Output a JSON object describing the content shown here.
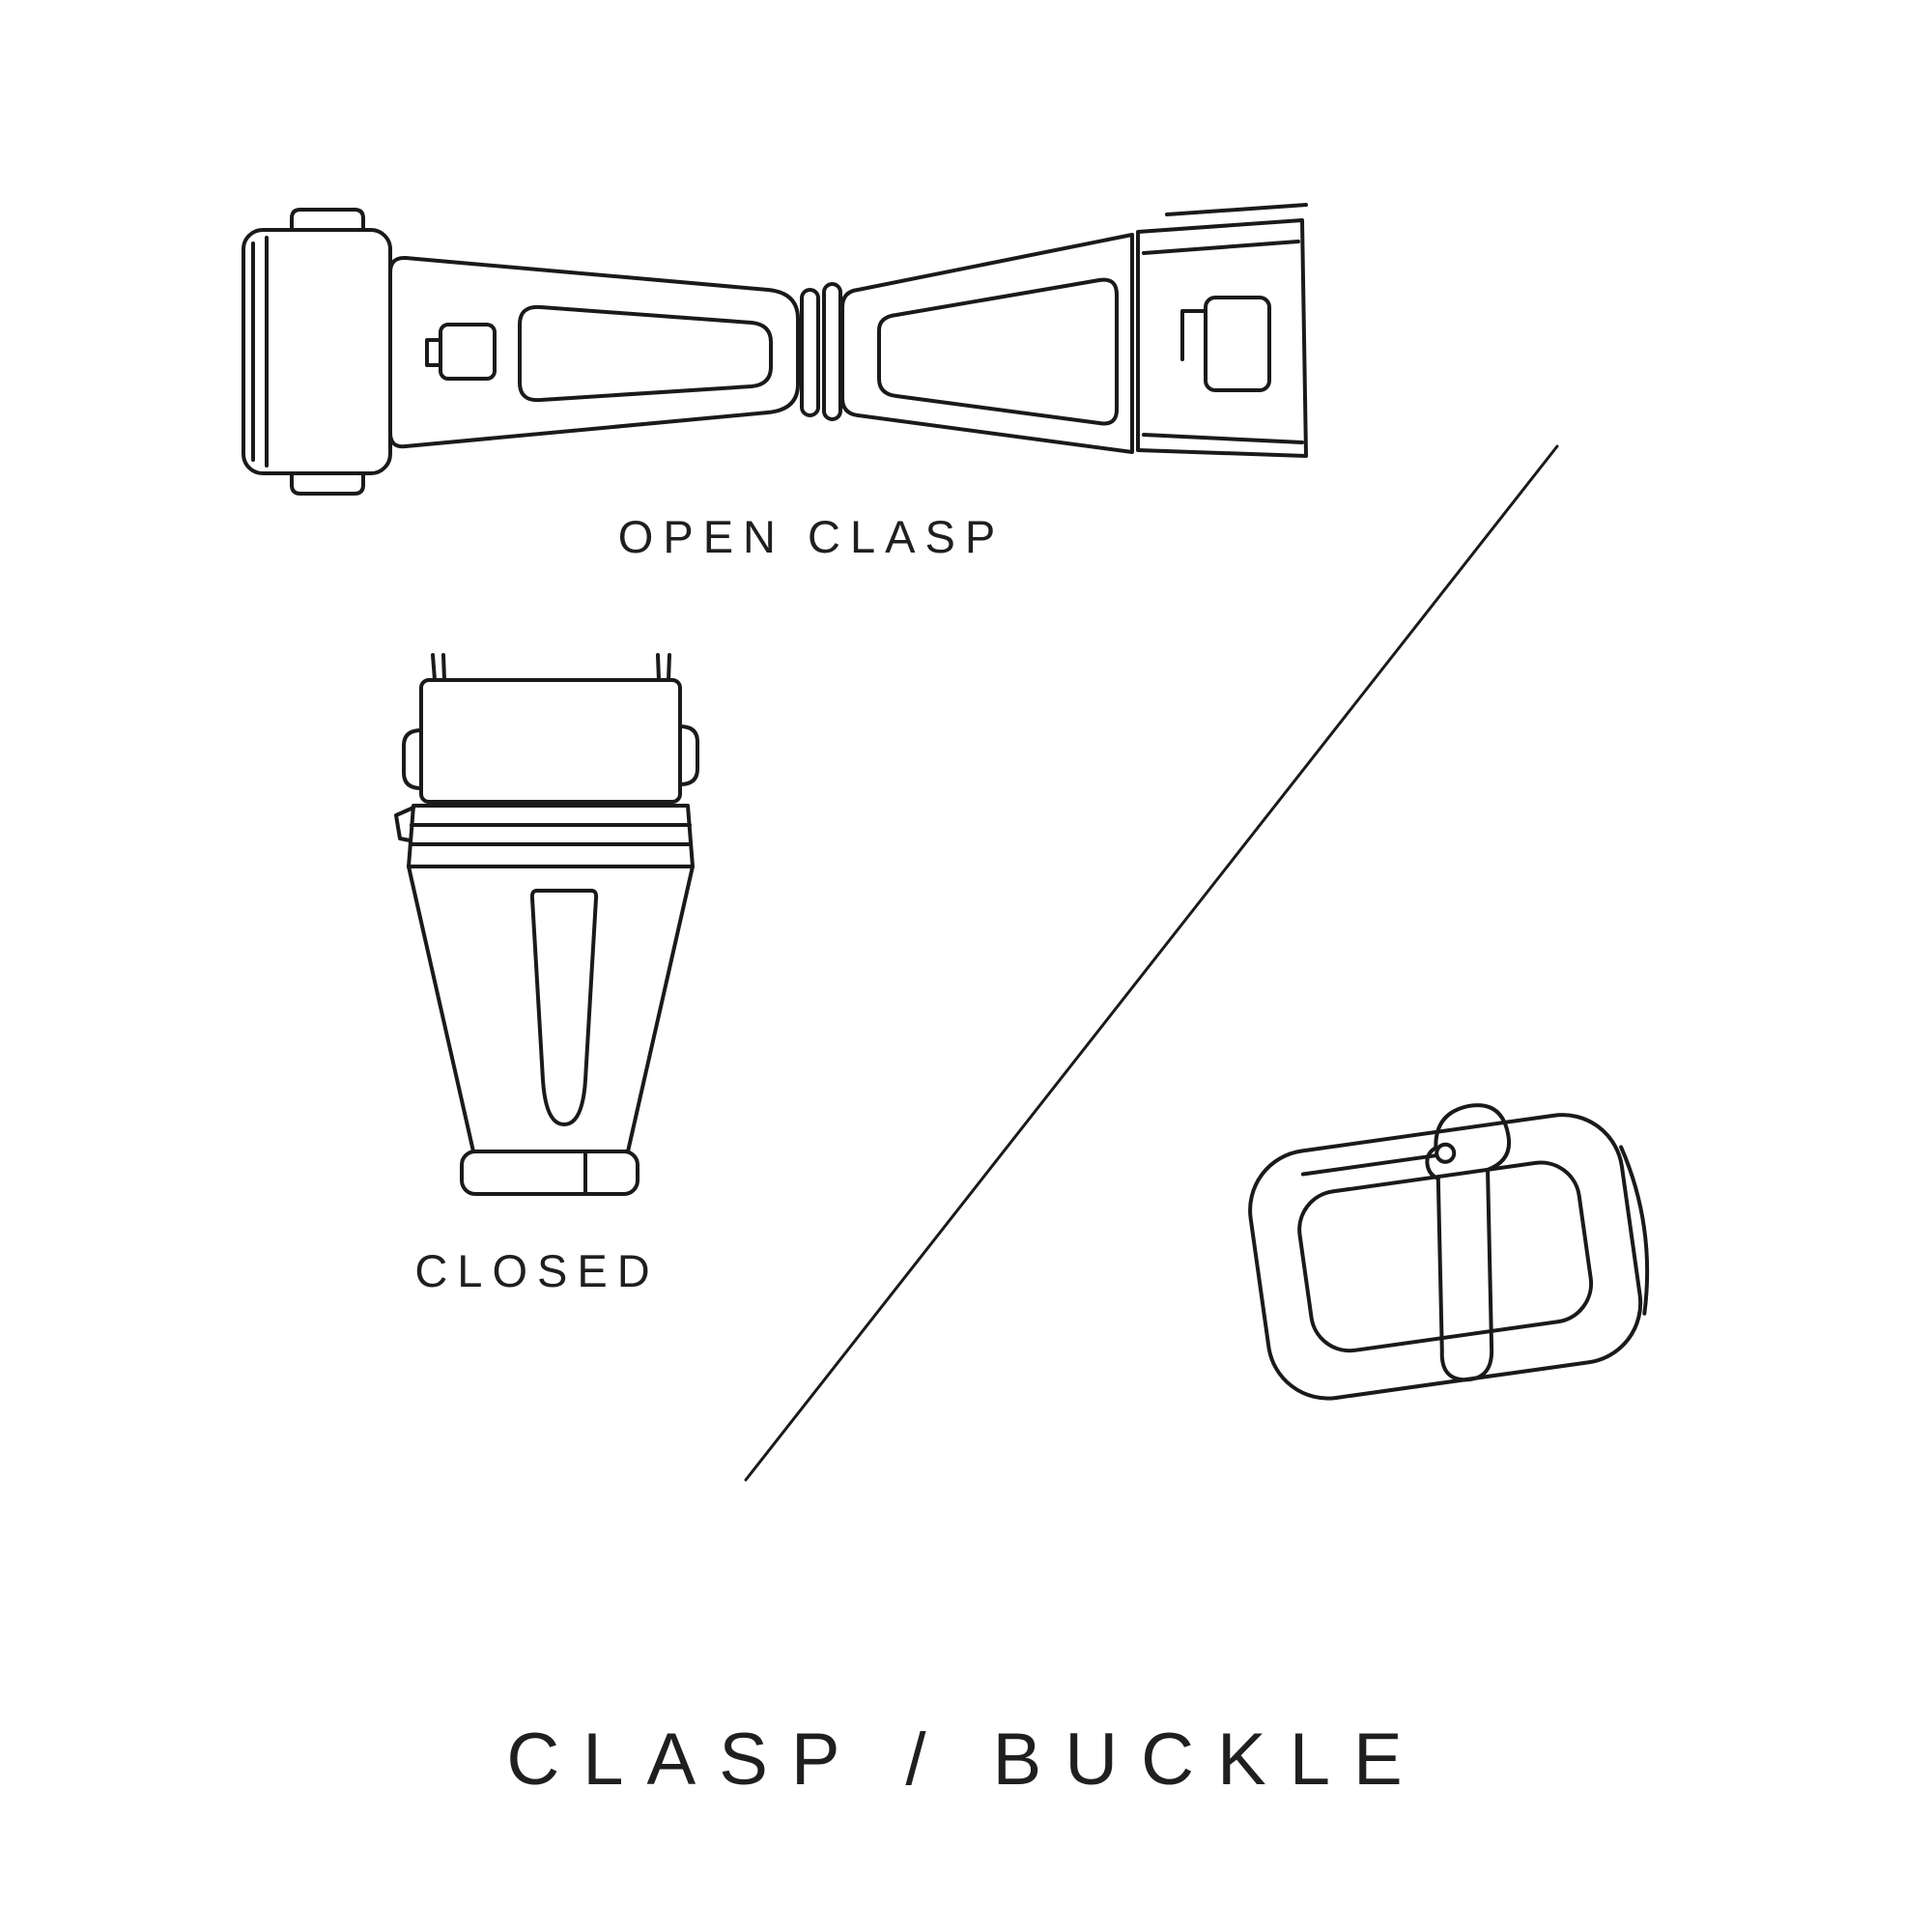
{
  "page": {
    "background": "#ffffff",
    "line_color": "#1a1a1a",
    "text_color": "#1f1f1f"
  },
  "title": {
    "label": "CLASP / BUCKLE"
  },
  "illustrations": {
    "open_clasp": {
      "icon": "open-clasp-illustration",
      "caption": "OPEN CLASP"
    },
    "closed_clasp": {
      "icon": "closed-clasp-illustration",
      "caption": "CLOSED"
    },
    "buckle": {
      "icon": "tang-buckle-illustration"
    }
  },
  "divider": {
    "icon": "diagonal-divider-line"
  }
}
